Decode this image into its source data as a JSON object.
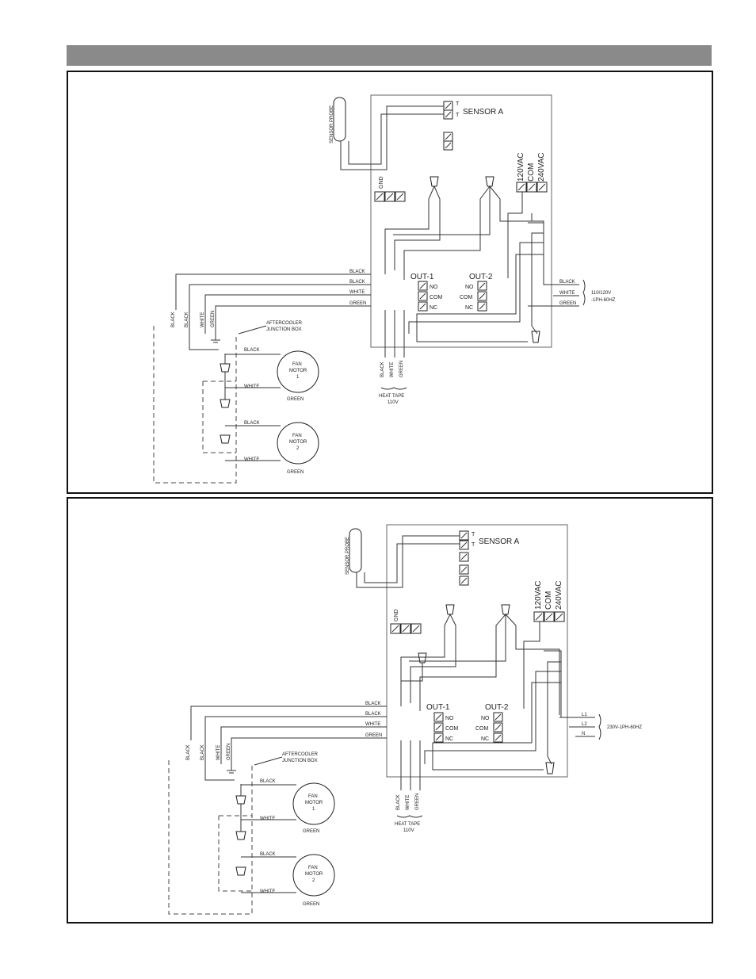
{
  "diagram_1": {
    "sensor": "SENSOR A",
    "sensor_probe": "SENSOR PROBE",
    "t1": "T",
    "t2": "T",
    "gnd": "GND",
    "v120": "120VAC",
    "com": "COM",
    "v240": "240VAC",
    "out1": "OUT-1",
    "out2": "OUT-2",
    "no": "NO",
    "com_out": "COM",
    "nc": "NC",
    "wire_black": "BLACK",
    "wire_white": "WHITE",
    "wire_green": "GREEN",
    "supply": "110/120V",
    "supply_phase": "-1PH-60HZ",
    "junction": "AFTERCOOLER",
    "junction2": "JUNCTION BOX",
    "fan1_a": "FAN",
    "fan1_b": "MOTOR",
    "fan1_c": "1",
    "fan2_c": "2",
    "heat_tape": "HEAT TAPE",
    "heat_tape_v": "110V"
  },
  "diagram_2": {
    "sensor": "SENSOR A",
    "sensor_probe": "SENSOR PROBE",
    "t1": "T",
    "t2": "T",
    "gnd": "GND",
    "v120": "120VAC",
    "com": "COM",
    "v240": "240VAC",
    "out1": "OUT-1",
    "out2": "OUT-2",
    "no": "NO",
    "com_out": "COM",
    "nc": "NC",
    "wire_black": "BLACK",
    "wire_white": "WHITE",
    "wire_green": "GREEN",
    "l1": "L1",
    "l2": "L2",
    "n": "N",
    "supply": "230V-1PH-60HZ",
    "junction": "AFTERCOOLER",
    "junction2": "JUNCTION BOX",
    "fan1_a": "FAN",
    "fan1_b": "MOTOR",
    "fan1_c": "1",
    "fan2_c": "2",
    "heat_tape": "HEAT TAPE",
    "heat_tape_v": "110V"
  }
}
